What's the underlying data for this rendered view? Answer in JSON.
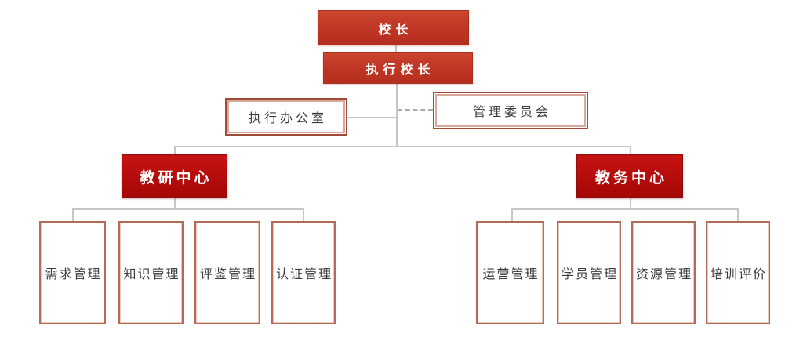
{
  "org": {
    "principal": "校长",
    "executive_principal": "执行校长",
    "executive_office": "执行办公室",
    "management_committee": "管理委员会",
    "centers": [
      {
        "name": "教研中心",
        "departments": [
          "需求管理",
          "知识管理",
          "评鉴管理",
          "认证管理"
        ]
      },
      {
        "name": "教务中心",
        "departments": [
          "运营管理",
          "学员管理",
          "资源管理",
          "培训评价"
        ]
      }
    ]
  },
  "colors": {
    "leader_box_red": "#c03524",
    "center_box_red": "#b30b0b",
    "outline_border_red": "#a14a36",
    "leaf_border_red": "#b56a55",
    "connector_gray": "#c9c5c0",
    "text_dark": "#3b3b3b",
    "text_white": "#ffffff"
  }
}
